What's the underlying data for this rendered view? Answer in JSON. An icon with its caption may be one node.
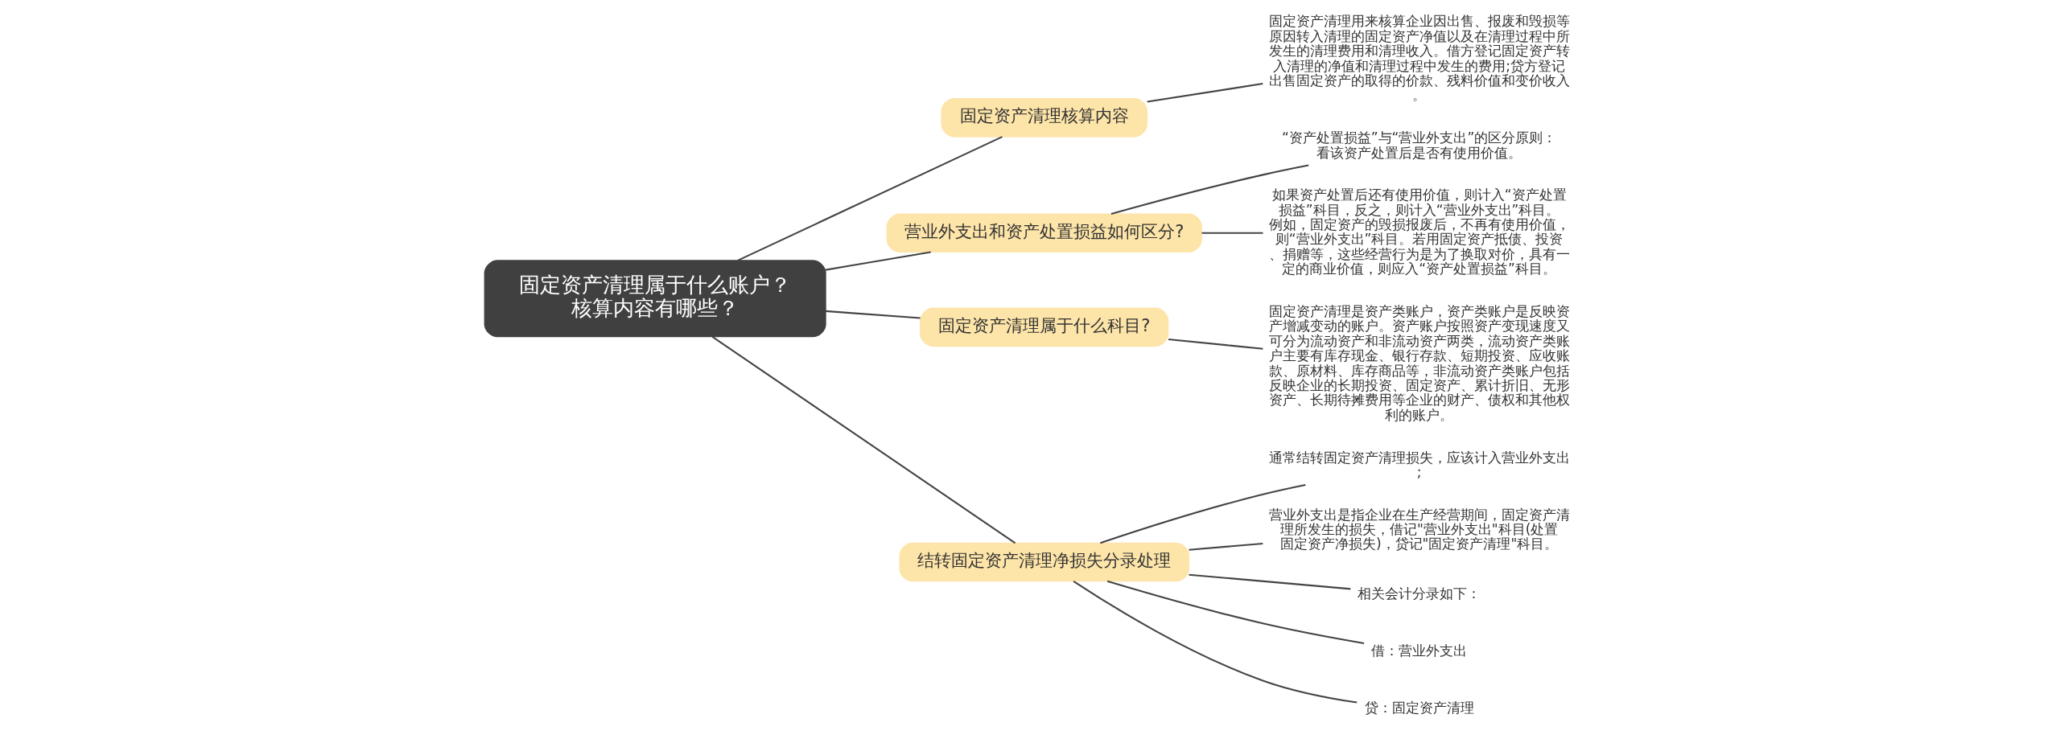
{
  "diagram": {
    "nodes": [
      {
        "text": [
          "固定资产清理属于什么账户？核算内容有哪些？"
        ]
      },
      {
        "text": [
          "固定资产清理核算内容"
        ]
      },
      {
        "text": [
          "固定资产清理用来核算企业因出售、报废和毁损等原因转入清理的固定资产净值以及在清理过程中所发生的清理费用和清理收入。借方登记固定资产转入清理的净值和清理过程中发生的费用;贷方登记出售固定资产的取得的价款、残料价值和变价收入。"
        ]
      },
      {
        "text": [
          "营业外支出和资产处置损益如何区分?"
        ]
      },
      {
        "text": [
          "“资产处置损益”与“营业外支出”的区分原则：看该资产处置后是否有使用价值。"
        ]
      },
      {
        "text": [
          "如果资产处置后还有使用价值，则计入“资产处置损益”科目，反之，则计入“营业外支出”科目。例如，固定资产的毁损报废后，不再有使用价值，则“营业外支出”科目。若用固定资产抵债、投资、捐赠等，这些经营行为是为了换取对价，具有一定的商业价值，则应入“资产处置损益”科目。"
        ]
      },
      {
        "text": [
          "固定资产清理属于什么科目?"
        ]
      },
      {
        "text": [
          "固定资产清理是资产类账户，资产类账户是反映资产增减变动的账户。资产账户按照资产变现速度又可分为流动资产和非流动资产两类，流动资产类账户主要有库存现金、银行存款、短期投资、应收账款、原材料、库存商品等，非流动资产类账户包括反映企业的长期投资、固定资产、累计折旧、无形资产、长期待摊费用等企业的财产、债权和其他权利的账户。"
        ]
      },
      {
        "text": [
          "结转固定资产清理净损失分录处理"
        ]
      },
      {
        "text": [
          "通常结转固定资产清理损失，应该计入营业外支出;"
        ]
      },
      {
        "text": [
          "营业外支出是指企业在生产经营期间，固定资产清理所发生的损失，借记\"营业外支出\"科目(处置固定资产净损失)，贷记\"固定资产清理\"科目。"
        ]
      },
      {
        "text": [
          "相关会计分录如下："
        ]
      },
      {
        "text": [
          "借：营业外支出"
        ]
      },
      {
        "text": [
          "贷：固定资产清理"
        ]
      }
    ],
    "edges": [
      {
        "from": 0,
        "to": 1,
        "arrow": "none"
      },
      {
        "from": 1,
        "to": 2,
        "arrow": "none"
      },
      {
        "from": 0,
        "to": 3,
        "arrow": "none"
      },
      {
        "from": 3,
        "to": 4,
        "arrow": "none"
      },
      {
        "from": 3,
        "to": 5,
        "arrow": "none"
      },
      {
        "from": 0,
        "to": 6,
        "arrow": "none"
      },
      {
        "from": 6,
        "to": 7,
        "arrow": "none"
      },
      {
        "from": 0,
        "to": 8,
        "arrow": "none"
      },
      {
        "from": 8,
        "to": 9,
        "arrow": "none"
      },
      {
        "from": 8,
        "to": 10,
        "arrow": "none"
      },
      {
        "from": 8,
        "to": 11,
        "arrow": "none"
      },
      {
        "from": 8,
        "to": 12,
        "arrow": "none"
      },
      {
        "from": 8,
        "to": 13,
        "arrow": "none"
      }
    ]
  }
}
